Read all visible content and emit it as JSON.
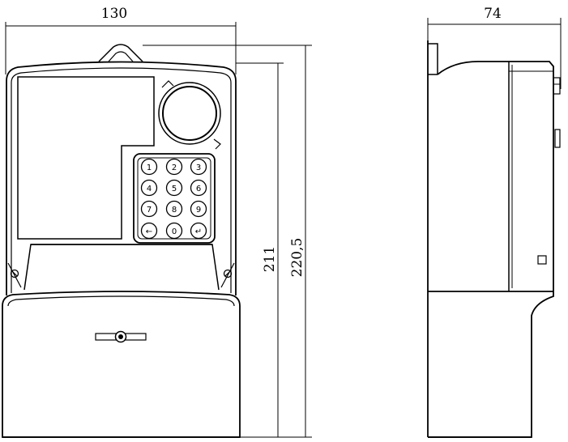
{
  "dimensions": {
    "front_width": "130",
    "front_height_body": "211",
    "front_height_total": "220,5",
    "side_depth": "74"
  },
  "keypad": {
    "keys": [
      "1",
      "2",
      "3",
      "4",
      "5",
      "6",
      "7",
      "8",
      "9",
      "←",
      "0",
      "↵"
    ]
  }
}
